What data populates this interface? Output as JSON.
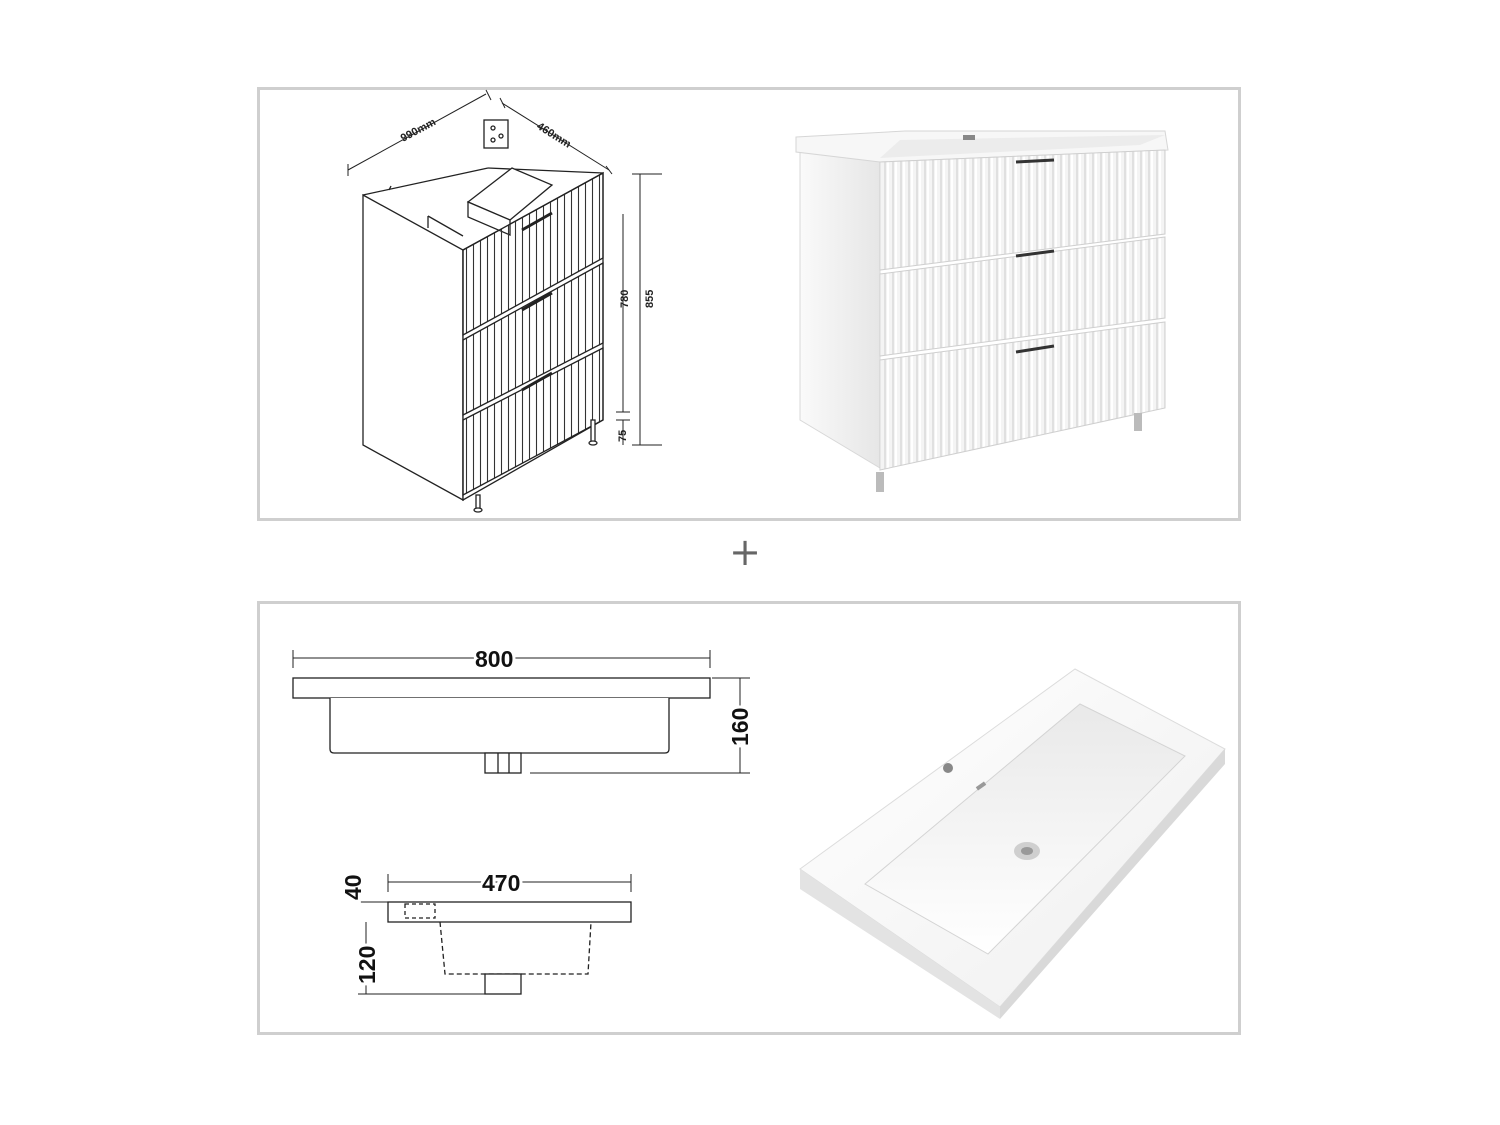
{
  "separator": {
    "symbol": "+"
  },
  "cabinet_drawing": {
    "width_label": "990mm",
    "depth_label": "460mm",
    "height_total": "855",
    "height_body": "780",
    "leg_height": "75"
  },
  "basin_drawing": {
    "width_label": "800",
    "height_label": "160",
    "depth_label": "470",
    "rim_label": "40",
    "bowl_label": "120"
  },
  "colors": {
    "panel_border": "#cfcfcf",
    "line": "#222222",
    "product_white": "#f3f3f3"
  }
}
